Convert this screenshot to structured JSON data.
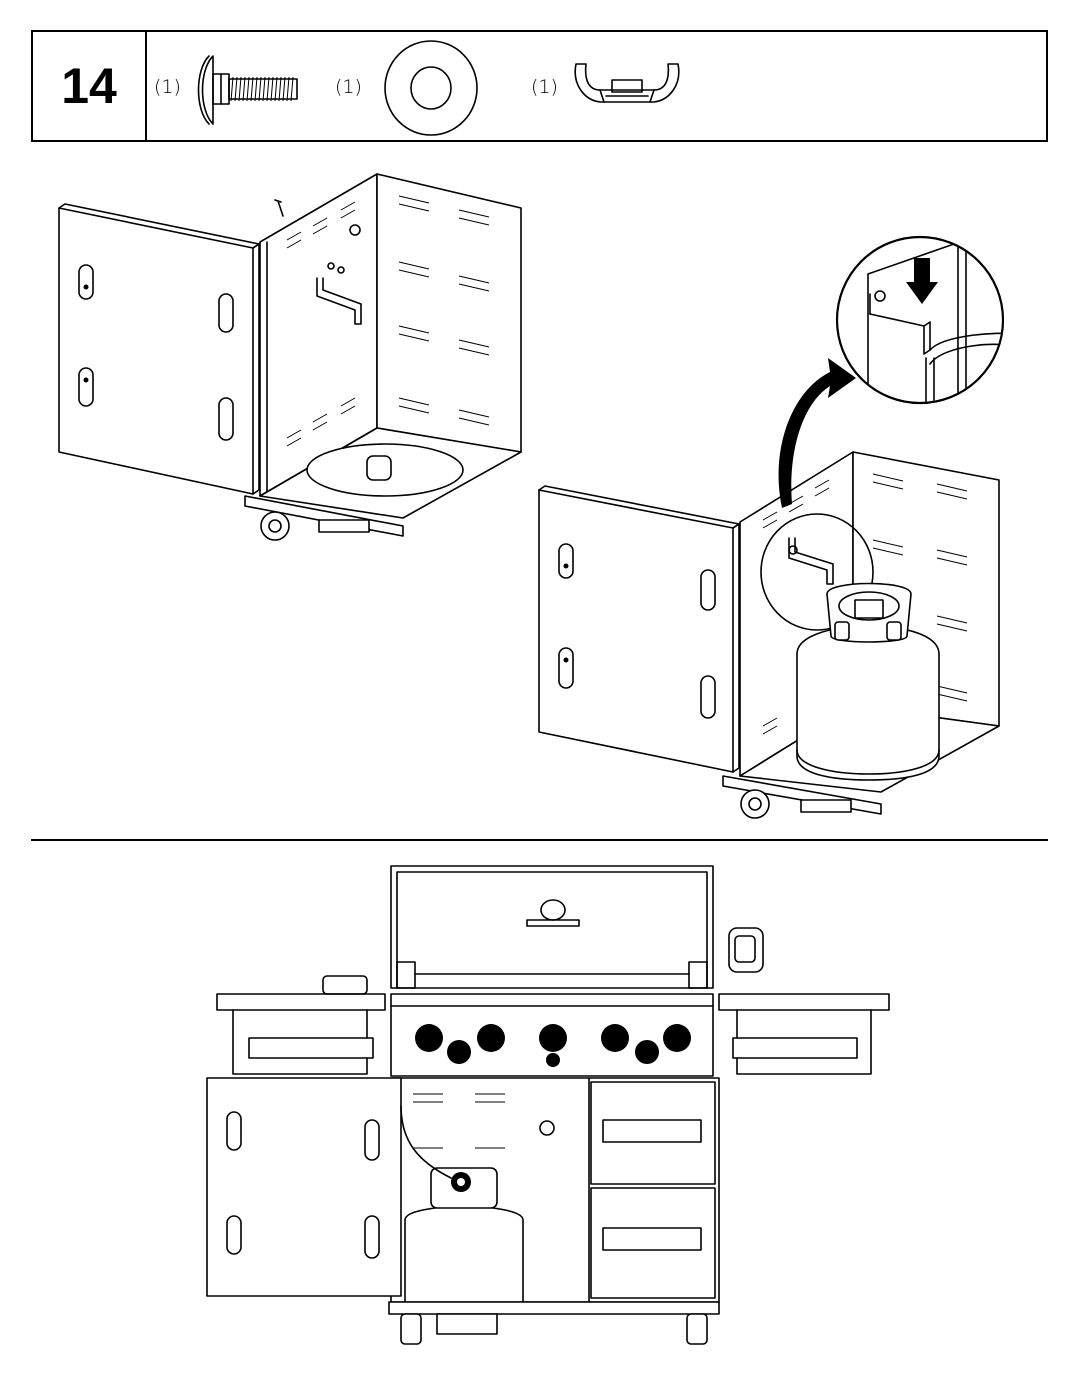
{
  "step": {
    "number": "14"
  },
  "parts": [
    {
      "quantity": "(1)",
      "icon": "carriage-bolt-icon"
    },
    {
      "quantity": "(1)",
      "icon": "washer-icon"
    },
    {
      "quantity": "(1)",
      "icon": "wing-nut-icon"
    }
  ],
  "colors": {
    "line": "#000000",
    "background": "#ffffff"
  }
}
